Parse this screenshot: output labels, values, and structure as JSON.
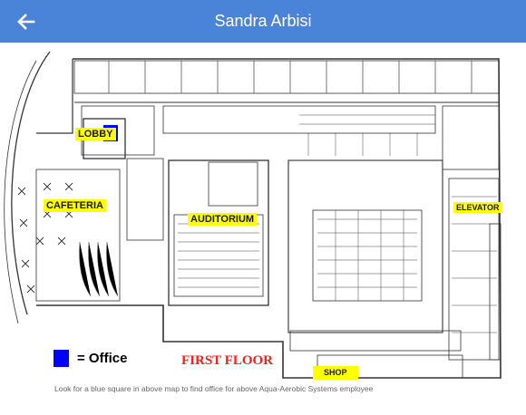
{
  "header": {
    "title": "Sandra Arbisi",
    "back_icon": "arrow-left-icon",
    "background_color": "#4a84d9"
  },
  "map": {
    "labels": {
      "lobby": "LOBBY",
      "cafeteria": "CAFETERIA",
      "auditorium": "AUDITORIUM",
      "elevator": "ELEVATOR",
      "shop": "SHOP"
    },
    "label_color": "#ffff00",
    "office_marker_color": "#0000ff"
  },
  "legend": {
    "office_text": "= Office",
    "floor": "FIRST FLOOR",
    "swatch_color": "#0000ff"
  },
  "caption": "Look for a blue square in above map to find office for above Aqua-Aerobic Systems employee"
}
